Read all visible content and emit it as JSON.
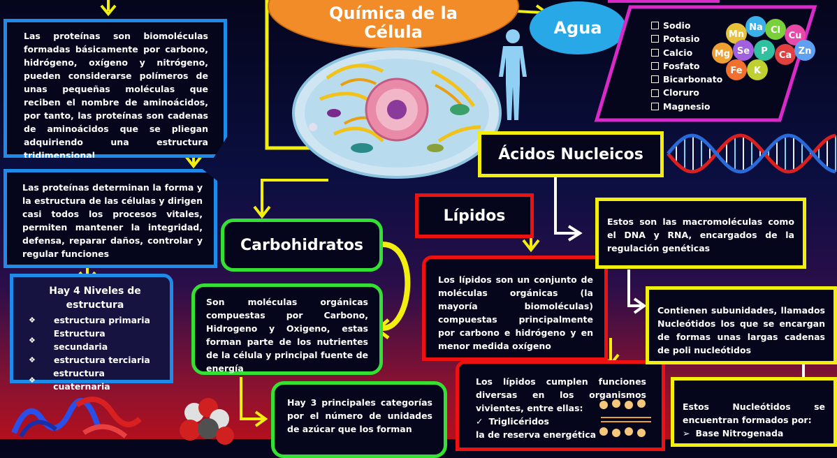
{
  "colors": {
    "blue": "#1f8be8",
    "green": "#35e035",
    "red": "#ee1111",
    "yellow": "#f2ee10",
    "magenta": "#d82ac8",
    "orange": "#f28c28",
    "agua": "#29a8e8"
  },
  "title": {
    "line1": "Química de la",
    "line2": "Célula"
  },
  "agua": {
    "label": "Agua"
  },
  "minerals": [
    "Sodio",
    "Potasio",
    "Calcio",
    "Fosfato",
    "Bicarbonato",
    "Cloruro",
    "Magnesio"
  ],
  "mineral_balls": [
    "Mn",
    "Na",
    "Cl",
    "Cu",
    "Mg",
    "Se",
    "P",
    "Ca",
    "Zn",
    "Fe",
    "K"
  ],
  "proteins": {
    "text1": "Las proteínas son biomoléculas formadas básicamente por carbono, hidrógeno, oxígeno y nitrógeno, pueden considerarse polímeros de unas pequeñas moléculas que reciben el nombre de aminoácidos, por tanto, las proteínas son cadenas de aminoácidos que se pliegan adquiriendo una estructura tridimensional",
    "text2": "Las proteínas determinan la forma y la estructura de las células y dirigen casi todos los procesos vitales, permiten mantener la integridad, defensa, reparar daños, controlar y regular funciones",
    "levels_title": "Hay 4 Niveles de estructura",
    "levels": [
      "estructura primaria",
      "Estructura secundaria",
      "estructura terciaria",
      "estructura cuaternaria"
    ]
  },
  "carbohidratos": {
    "title": "Carbohidratos",
    "text1": "Son moléculas orgánicas compuestas por Carbono, Hidrogeno y Oxigeno, estas forman parte de los nutrientes de la célula y principal fuente de energía",
    "text2": "Hay 3 principales categorías por el número de unidades de azúcar que los forman"
  },
  "lipidos": {
    "title": "Lípidos",
    "text1": "Los lípidos son un conjunto de moléculas orgánicas (la mayoría biomoléculas) compuestas principalmente por carbono e hidrógeno y en menor medida oxígeno",
    "text2": "Los lípidos cumplen funciones diversas en los organismos vivientes, entre ellas:",
    "item1": "Triglicéridos",
    "item1_desc": "la de reserva energética"
  },
  "acidos": {
    "title": "Ácidos Nucleicos",
    "text1": "Estos son las macromoléculas como el DNA y RNA, encargados de la regulación genéticas",
    "text2": "Contienen subunidades, llamados Nucleótidos los que se encargan de formas unas largas cadenas de poli nucleótidos",
    "text3": "Estos Nucleótidos se encuentran formados por:",
    "item1": "Base Nitrogenada"
  }
}
